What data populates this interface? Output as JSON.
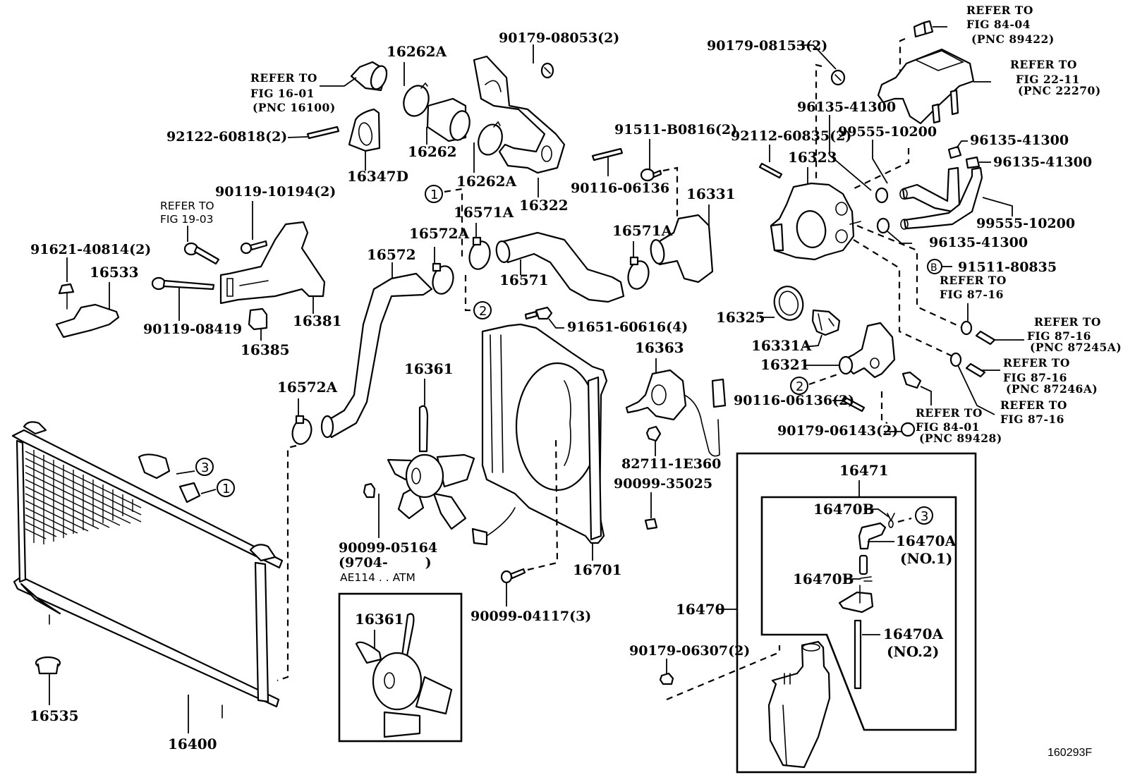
{
  "diagram": {
    "id_code": "160293F",
    "connectors": {
      "c1": "1",
      "c2": "2",
      "c3": "3",
      "bolt_b": "B"
    },
    "labels": {
      "p16262A_top": "16262A",
      "p16262": "16262",
      "p16262A_bottom": "16262A",
      "p16347D": "16347D",
      "p16322": "16322",
      "p90179_08053": "90179-08053(2)",
      "p92122_60818": "92122-60818(2)",
      "p90116_06136": "90116-06136",
      "p91511_B0816": "91511-B0816(2)",
      "p16331": "16331",
      "p16571A_left": "16571A",
      "p16571A_right": "16571A",
      "p16571": "16571",
      "p16572A_top": "16572A",
      "p16572": "16572",
      "p16572A_left": "16572A",
      "p90119_10194": "90119-10194(2)",
      "p91621_40814": "91621-40814(2)",
      "p16533": "16533",
      "p90119_08419": "90119-08419",
      "p16385": "16385",
      "p16381": "16381",
      "p91651_60616": "91651-60616(4)",
      "p16361": "16361",
      "p16361_alt": "16361",
      "p16363": "16363",
      "p82711_1E360": "82711-1E360",
      "p90099_35025": "90099-35025",
      "p90099_05164": "90099-05164",
      "p90099_05164_date": "(9704-        )",
      "p90099_04117": "90099-04117(3)",
      "p16701": "16701",
      "p16400": "16400",
      "p16535": "16535",
      "p90179_08153": "90179-08153(2)",
      "p96135_41300_a": "96135-41300",
      "p92112_60835": "92112-60835(2)",
      "p16323": "16323",
      "p99555_10200_a": "99555-10200",
      "p96135_41300_b": "96135-41300",
      "p96135_41300_c": "96135-41300",
      "p99555_10200_b": "99555-10200",
      "p96135_41300_d": "96135-41300",
      "p91511_80835": "91511-80835",
      "p16325": "16325",
      "p16331A": "16331A",
      "p16321": "16321",
      "p90116_06136_2": "90116-06136(2)",
      "p90179_06143": "90179-06143(2)",
      "p16471": "16471",
      "p16470B_top": "16470B",
      "p16470A_no1": "16470A",
      "p16470A_no1_sub": "(NO.1)",
      "p16470B_mid": "16470B",
      "p16470": "16470",
      "p16470A_no2": "16470A",
      "p16470A_no2_sub": "(NO.2)",
      "p90179_06307": "90179-06307(2)"
    },
    "variant_note": "AE114 . . ATM",
    "references": {
      "fig16_01": [
        "REFER TO",
        "FIG 16-01",
        "(PNC 16100)"
      ],
      "fig19_03": [
        "REFER TO",
        "FIG 19-03"
      ],
      "fig84_04": [
        "REFER TO",
        "FIG 84-04",
        "(PNC 89422)"
      ],
      "fig22_11": [
        "REFER TO",
        "FIG 22-11",
        "(PNC 22270)"
      ],
      "fig87_16_a": [
        "REFER TO",
        "FIG 87-16"
      ],
      "fig87_16_b": [
        "REFER TO",
        "FIG 87-16",
        "(PNC 87245A)"
      ],
      "fig87_16_c": [
        "REFER TO",
        "FIG 87-16",
        "(PNC 87246A)"
      ],
      "fig87_16_d": [
        "REFER TO",
        "FIG 87-16"
      ],
      "fig84_01": [
        "REFER TO",
        "FIG 84-01",
        "(PNC 89428)"
      ]
    }
  }
}
